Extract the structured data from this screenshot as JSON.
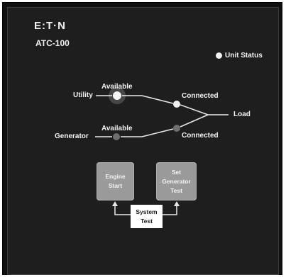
{
  "panel": {
    "brand": "E:T·N",
    "model": "ATC-100",
    "unit_status_label": "Unit Status"
  },
  "diagram": {
    "utility_label": "Utility",
    "utility_available_label": "Available",
    "utility_connected_label": "Connected",
    "generator_label": "Generator",
    "generator_available_label": "Available",
    "generator_connected_label": "Connected",
    "load_label": "Load"
  },
  "buttons": {
    "engine_start": [
      "Engine",
      "Start"
    ],
    "set_generator_test": [
      "Set",
      "Generator",
      "Test"
    ],
    "system_test": [
      "System",
      "Test"
    ]
  },
  "indicators": {
    "unit_status": "on",
    "utility_available": "on",
    "utility_connected": "on",
    "generator_available": "off",
    "generator_connected": "off"
  },
  "colors": {
    "led_on": "#f4f4f4",
    "led_off": "#6e6e6e",
    "button": "#9a9a9a"
  }
}
